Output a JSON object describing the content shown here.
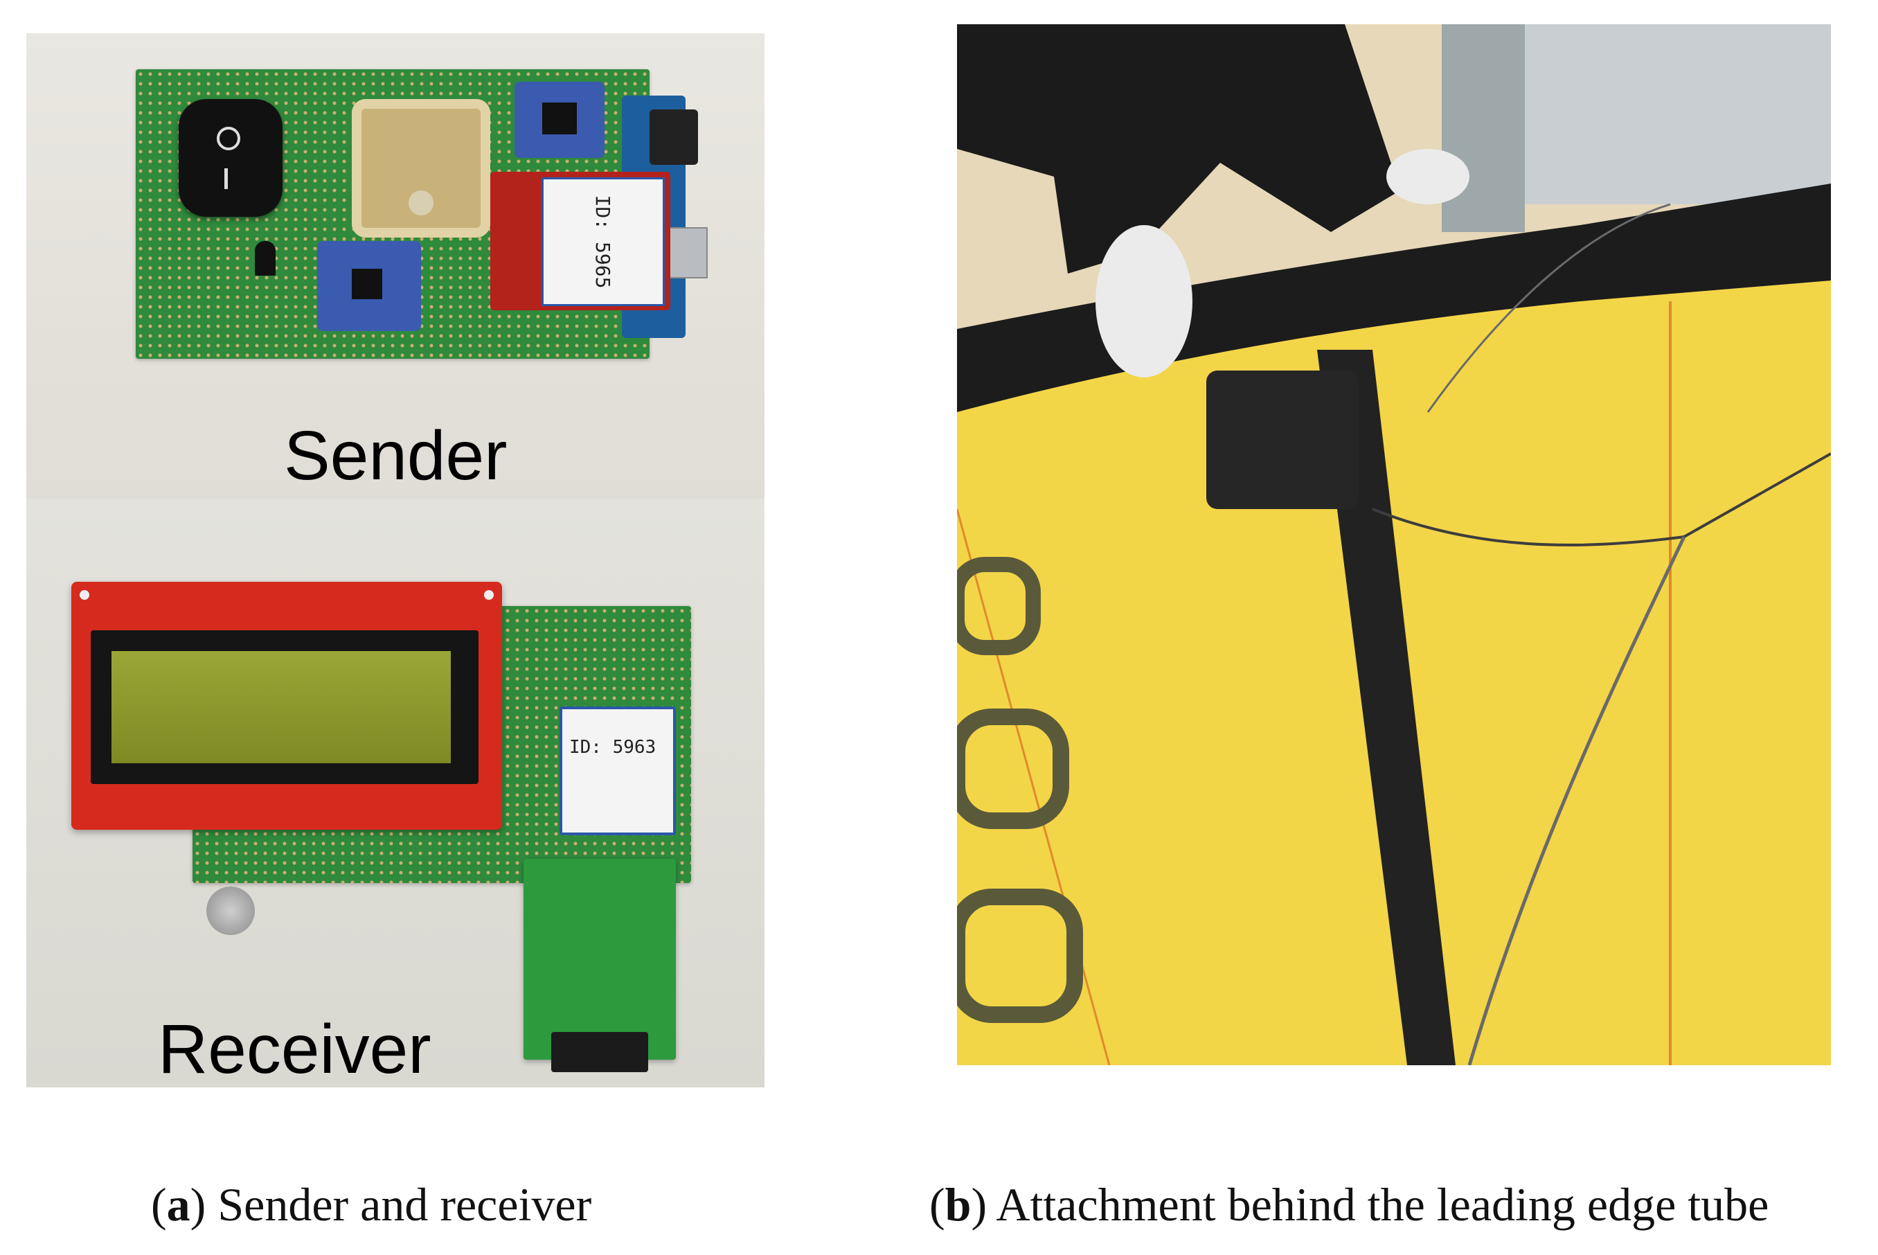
{
  "panel_a": {
    "sender_label": "Sender",
    "receiver_label": "Receiver",
    "module_id_sender": "ID: 5965",
    "module_id_receiver": "ID: 5963"
  },
  "captions": {
    "a_letter": "a",
    "a_text": "Sender and receiver",
    "b_letter": "b",
    "b_text": "Attachment behind the leading edge tube"
  },
  "colors": {
    "pcb_green": "#2f8a3c",
    "lcd_red": "#d62a1e",
    "lcd_screen": "#8f9a2c",
    "kite_yellow": "#f2d64a",
    "tube_black": "#1c1c1c"
  }
}
